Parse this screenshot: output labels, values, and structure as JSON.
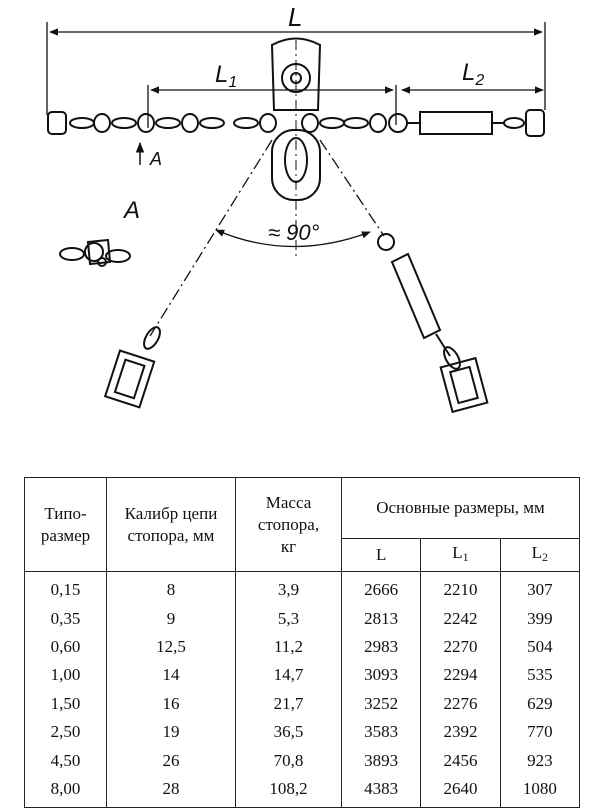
{
  "drawing": {
    "dimension_labels": {
      "L": "L",
      "L1": "L",
      "L1_sub": "1",
      "L2": "L",
      "L2_sub": "2"
    },
    "view_marker": "A",
    "view_label": "A",
    "angle_label": "≈ 90°"
  },
  "table": {
    "headers": {
      "type_size_line1": "Типо-",
      "type_size_line2": "размер",
      "chain_line1": "Калибр цепи",
      "chain_line2": "стопора, мм",
      "mass_line1": "Масса",
      "mass_line2": "стопора,",
      "mass_line3": "кг",
      "dims": "Основные размеры, мм",
      "L": "L",
      "L1": "L",
      "L1_sub": "1",
      "L2": "L",
      "L2_sub": "2"
    },
    "rows": [
      [
        "0,15",
        "8",
        "3,9",
        "2666",
        "2210",
        "307"
      ],
      [
        "0,35",
        "9",
        "5,3",
        "2813",
        "2242",
        "399"
      ],
      [
        "0,60",
        "12,5",
        "11,2",
        "2983",
        "2270",
        "504"
      ],
      [
        "1,00",
        "14",
        "14,7",
        "3093",
        "2294",
        "535"
      ],
      [
        "1,50",
        "16",
        "21,7",
        "3252",
        "2276",
        "629"
      ],
      [
        "2,50",
        "19",
        "36,5",
        "3583",
        "2392",
        "770"
      ],
      [
        "4,50",
        "26",
        "70,8",
        "3893",
        "2456",
        "923"
      ],
      [
        "8,00",
        "28",
        "108,2",
        "4383",
        "2640",
        "1080"
      ]
    ]
  }
}
